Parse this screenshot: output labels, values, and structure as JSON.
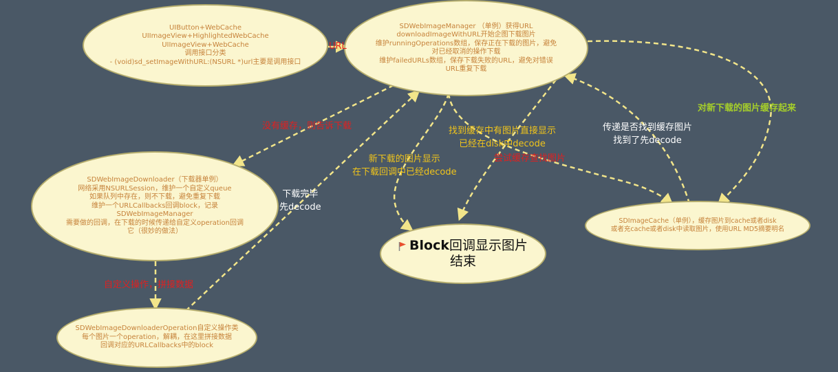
{
  "nodes": {
    "category": {
      "lines": [
        "UIButton+WebCache",
        "UIImageView+HighlightedWebCache",
        "UIImageView+WebCache",
        "调用接口分类",
        "- (void)sd_setImageWithURL:(NSURL *)url主要是调用接口"
      ]
    },
    "manager": {
      "lines": [
        "SDWebImageManager （单例）获得URL",
        "downloadImageWithURL开始企图下载图片",
        "维护runningOperations数组，保存正在下载的图片，避免",
        "对已经取消的操作下载",
        "维护failedURLs数组，保存下载失败的URL，避免对错误",
        "URL重复下载"
      ]
    },
    "downloader": {
      "lines": [
        "SDWebImageDownloader（下载器单例）",
        "网络采用NSURLSession，维护一个自定义queue",
        "如果队列中存在，则不下载，避免重复下载",
        "维护一个URLCallbacks回调block，记录",
        "SDWebImageManager",
        "需要做的回调，在下载的时候传递给自定义operation回调",
        "它（很妙的做法）"
      ]
    },
    "operation": {
      "lines": [
        "SDWebImageDownloaderOperation自定义操作类",
        "每个图片一个operation，解耦，在这里拼接数据",
        "回调对应的URLCallbacks中的block"
      ]
    },
    "cache": {
      "lines": [
        "SDImageCache（单例），缓存图片到cache或者disk",
        "或者充cache或者disk中读取图片，使用URL MD5摘要明名"
      ]
    },
    "end": {
      "title_bold": "Block",
      "title_rest": "回调显示图片",
      "line2": "结束",
      "icon": "flag-icon"
    }
  },
  "labels": {
    "url": "URL",
    "no_cache": "没有缓存，则告诉下载",
    "custom_op": "自定义操作，拼接数据",
    "download_done": [
      "下载完毕",
      "先decode"
    ],
    "new_download": [
      "新下载的图片显示",
      "在下载回调中已经decode"
    ],
    "found_in_cache": [
      "找到缓存中有图片直接显示",
      "已经在disk中decode"
    ],
    "try_cache": "尝试缓存查找图片",
    "pass_found": [
      "传递是否找到缓存图片",
      "找到了先decode"
    ],
    "cache_new": "对新下载的图片缓存起来"
  },
  "colors": {
    "background": "#4a5866",
    "node_fill": "#fbf6cf",
    "node_border": "#b6ae6e",
    "node_text": "#c6823a",
    "arrow": "#f2e58a",
    "label_red": "#e02020",
    "label_yellow": "#f0c41b",
    "label_white": "#ffffff",
    "label_green": "#a6cf2a"
  }
}
